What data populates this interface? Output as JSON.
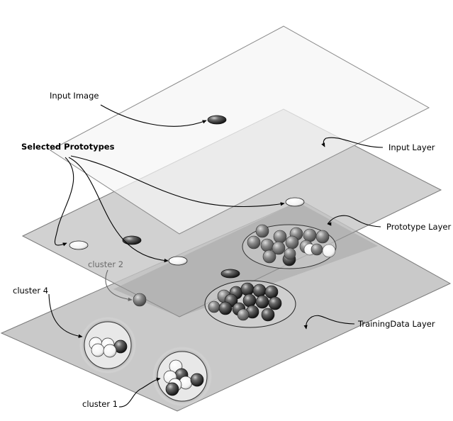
{
  "labels": {
    "input_image": "Input Image",
    "selected_prototypes": "Selected Prototypes",
    "input_layer": "Input Layer",
    "prototype_layer": "Prototype Layer",
    "trainingdata_layer": "TrainingData Layer",
    "cluster_1": "cluster 1",
    "cluster_2": "cluster 2",
    "cluster_4": "cluster 4"
  },
  "colors": {
    "input_plane": "#f7f7f7",
    "prototype_plane": "#c4c4c4",
    "trainingdata_plane": "#c9c9c9",
    "overlap": "#a9a9a9",
    "dark_sphere": "#2b2b2b",
    "white_sphere": "#ffffff"
  }
}
